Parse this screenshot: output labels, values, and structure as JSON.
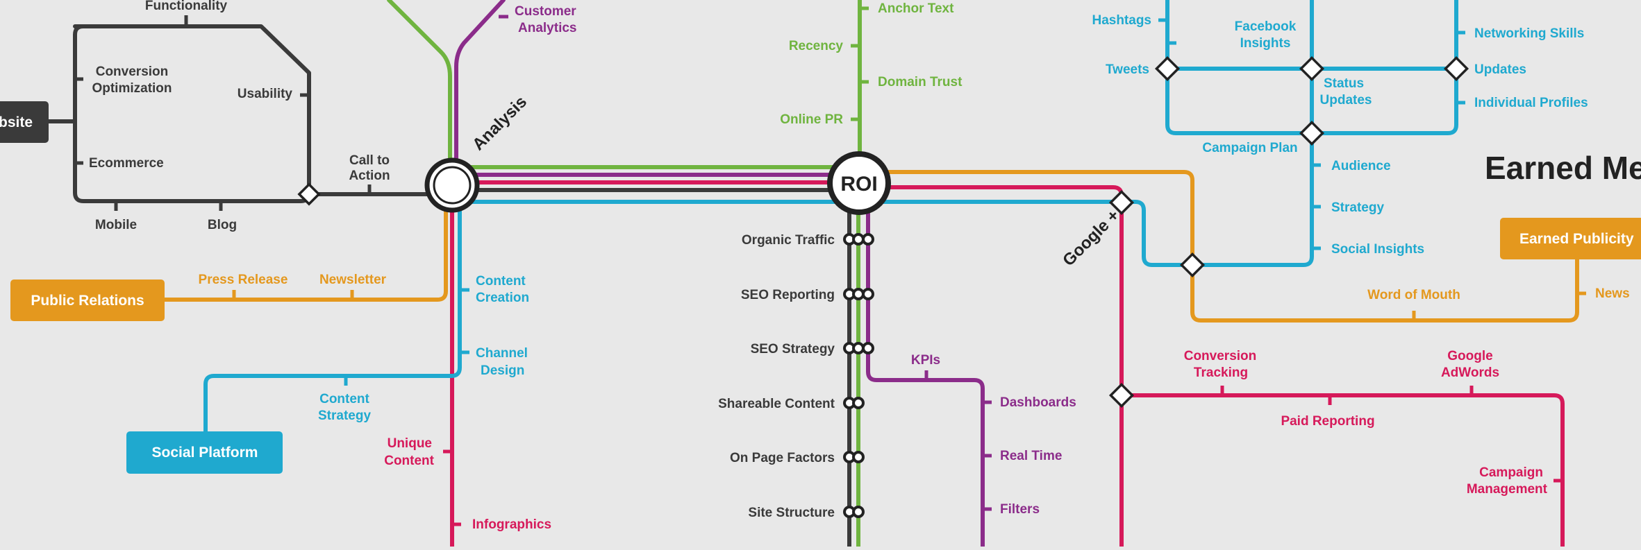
{
  "colors": {
    "background": "#e8e8e8",
    "dark": "#3a3a3a",
    "green": "#6fb43f",
    "purple": "#8b2c8a",
    "red": "#d6195a",
    "orange": "#e4981e",
    "blue": "#1fa9cf",
    "white": "#ffffff"
  },
  "hubs": {
    "roi": "ROI",
    "analysis": "Analysis",
    "google_plus": "Google +"
  },
  "headings": {
    "earned_media": "Earned Me"
  },
  "boxes": {
    "website": "bsite",
    "public_relations": "Public Relations",
    "social_platform": "Social Platform",
    "earned_publicity": "Earned Publicity"
  },
  "website_loop": {
    "functionality": "Functionality",
    "conversion_optimization": [
      "Conversion",
      "Optimization"
    ],
    "usability": "Usability",
    "ecommerce": "Ecommerce",
    "mobile": "Mobile",
    "blog": "Blog",
    "call_to_action": [
      "Call to",
      "Action"
    ]
  },
  "analysis_branch": {
    "customer_analytics": [
      "Customer",
      "Analytics"
    ]
  },
  "pr_line": {
    "press_release": "Press Release",
    "newsletter": "Newsletter"
  },
  "content_line": {
    "content_creation": [
      "Content",
      "Creation"
    ],
    "channel_design": [
      "Channel",
      "Design"
    ],
    "content_strategy": [
      "Content",
      "Strategy"
    ]
  },
  "red_left": {
    "unique_content": [
      "Unique",
      "Content"
    ],
    "infographics": "Infographics"
  },
  "green_top": {
    "anchor_text": "Anchor Text",
    "recency": "Recency",
    "domain_trust": "Domain Trust",
    "online_pr": "Online PR"
  },
  "seo_stations": {
    "organic_traffic": "Organic Traffic",
    "seo_reporting": "SEO Reporting",
    "seo_strategy": "SEO Strategy",
    "shareable_content": "Shareable Content",
    "on_page_factors": "On Page Factors",
    "site_structure": "Site Structure"
  },
  "kpi_line": {
    "kpis": "KPIs",
    "dashboards": "Dashboards",
    "real_time": "Real Time",
    "filters": "Filters"
  },
  "social_grid": {
    "hashtags": "Hashtags",
    "facebook_insights": [
      "Facebook",
      "Insights"
    ],
    "tweets": "Tweets",
    "status_updates": [
      "Status",
      "Updates"
    ],
    "networking_skills": "Networking Skills",
    "updates": "Updates",
    "individual_profiles": "Individual Profiles",
    "campaign_plan": "Campaign Plan",
    "audience": "Audience",
    "strategy": "Strategy",
    "social_insights": "Social Insights"
  },
  "earned_line": {
    "word_of_mouth": "Word of Mouth",
    "news": "News"
  },
  "paid_line": {
    "conversion_tracking": [
      "Conversion",
      "Tracking"
    ],
    "google_adwords": [
      "Google",
      "AdWords"
    ],
    "paid_reporting": "Paid Reporting",
    "campaign_management": [
      "Campaign",
      "Management"
    ]
  }
}
